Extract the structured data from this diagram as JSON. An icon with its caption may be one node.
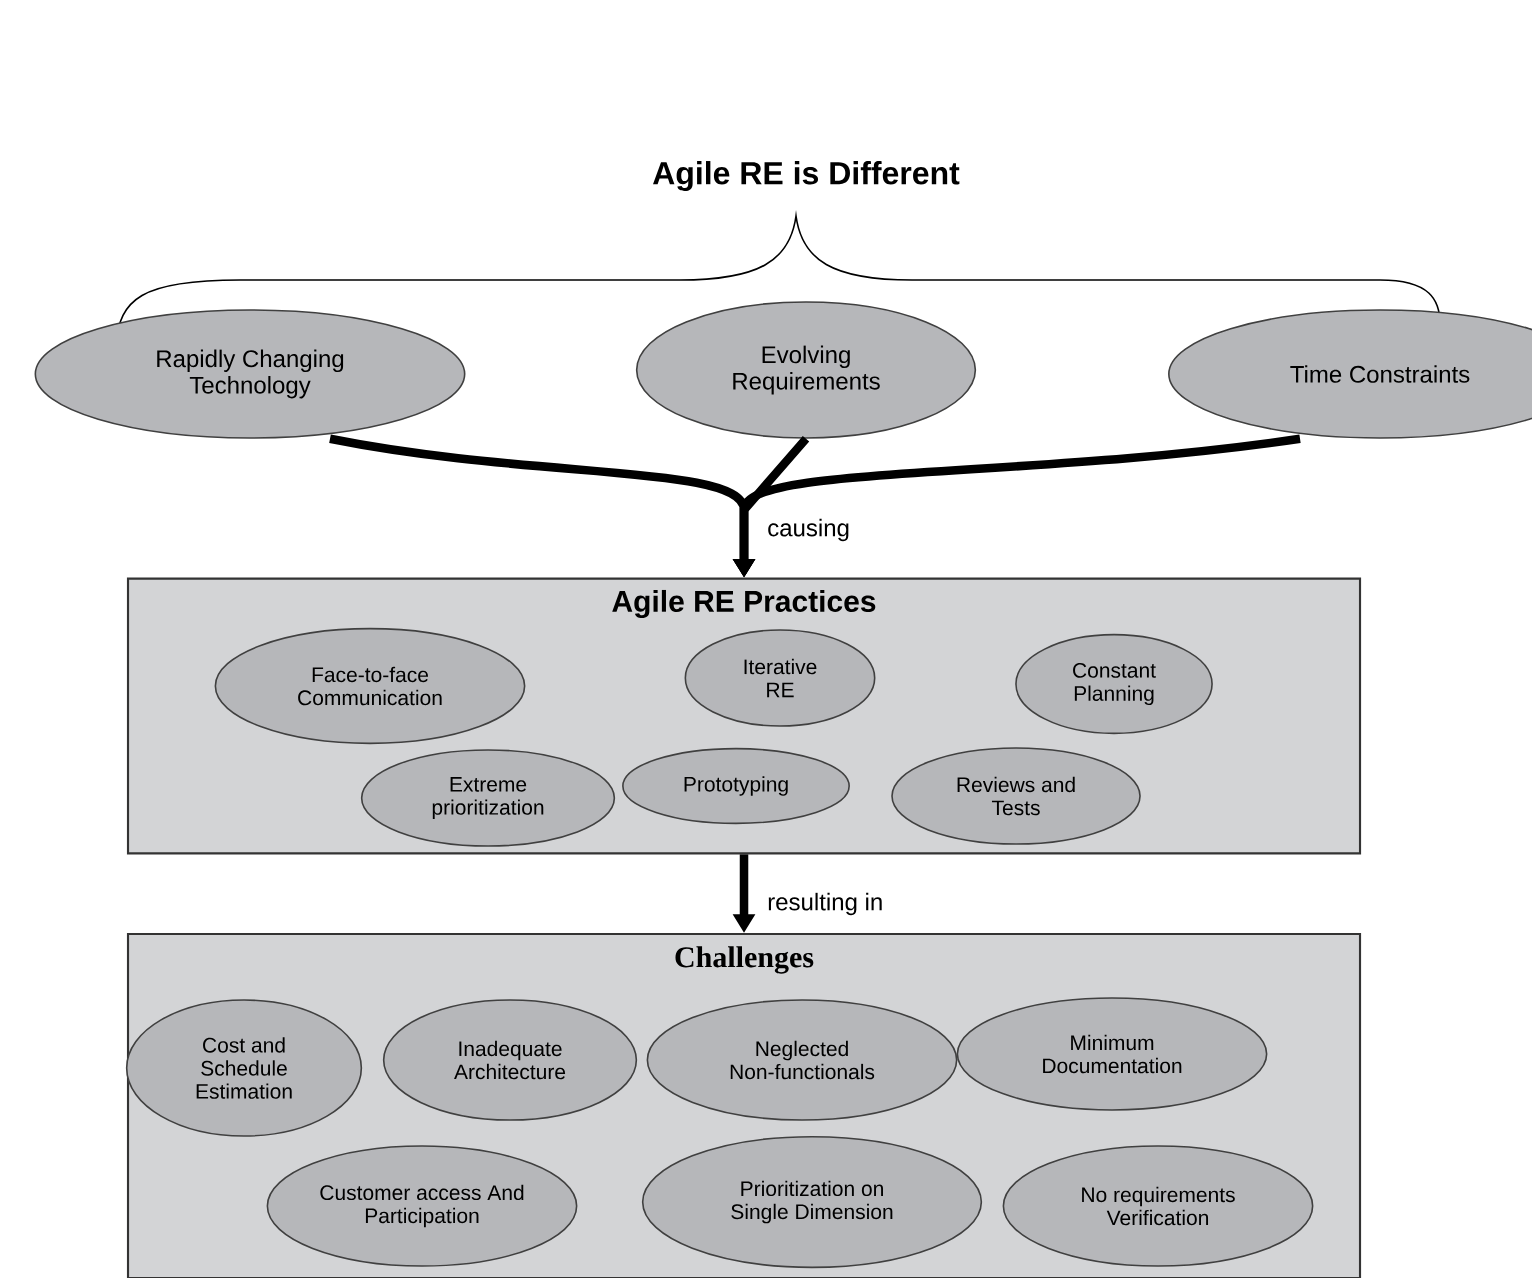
{
  "diagram": {
    "title": "Agile RE is Different",
    "nodes": [
      {
        "text": [
          "Rapidly Changing Technology"
        ]
      },
      {
        "text": [
          "Evolving Requirements"
        ]
      },
      {
        "text": [
          "Time Constraints"
        ]
      },
      {
        "text": [
          "Agile RE Practices"
        ]
      },
      {
        "text": [
          "Face-to-face Communication"
        ],
        "in": 3
      },
      {
        "text": [
          "Iterative RE"
        ],
        "in": 3
      },
      {
        "text": [
          "Constant Planning"
        ],
        "in": 3
      },
      {
        "text": [
          "Extreme prioritization"
        ],
        "in": 3
      },
      {
        "text": [
          "Prototyping"
        ],
        "in": 3
      },
      {
        "text": [
          "Reviews and Tests"
        ],
        "in": 3
      },
      {
        "text": [
          "Challenges"
        ]
      },
      {
        "text": [
          "Cost and Schedule Estimation"
        ],
        "in": 10
      },
      {
        "text": [
          "Inadequate Architecture"
        ],
        "in": 10
      },
      {
        "text": [
          "Neglected Non-functionals"
        ],
        "in": 10
      },
      {
        "text": [
          "Minimum Documentation"
        ],
        "in": 10
      },
      {
        "text": [
          "Customer access And Participation"
        ],
        "in": 10
      },
      {
        "text": [
          "Prioritization on Single Dimension"
        ],
        "in": 10
      },
      {
        "text": [
          "No requirements Verification"
        ],
        "in": 10
      }
    ],
    "edges": [
      {
        "from": 0,
        "to": 3,
        "arrow": "to"
      },
      {
        "from": 1,
        "to": 3,
        "arrow": "to",
        "label": "causing"
      },
      {
        "from": 2,
        "to": 3,
        "arrow": "to"
      },
      {
        "from": 3,
        "to": 10,
        "arrow": "to",
        "label": "resulting in"
      }
    ]
  }
}
